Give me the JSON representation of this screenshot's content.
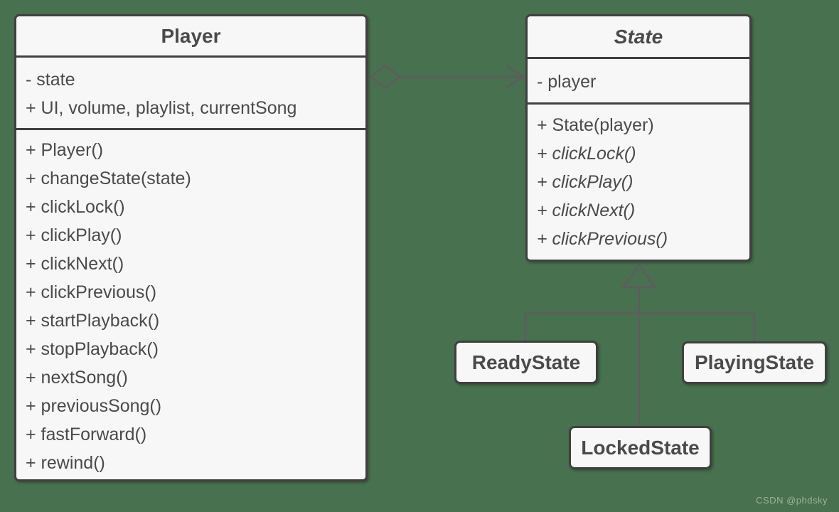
{
  "colors": {
    "bg": "#48714f",
    "box-fill": "#f7f7f7",
    "box-border": "#404040",
    "text": "#4a4a4a",
    "line": "#5d5d5d"
  },
  "player_class": {
    "title": "Player",
    "attributes": [
      "- state",
      "+ UI, volume, playlist, currentSong"
    ],
    "methods": [
      "+ Player()",
      "+ changeState(state)",
      "+ clickLock()",
      "+ clickPlay()",
      "+ clickNext()",
      "+ clickPrevious()",
      "+ startPlayback()",
      "+ stopPlayback()",
      "+ nextSong()",
      "+ previousSong()",
      "+ fastForward()",
      "+ rewind()"
    ]
  },
  "state_class": {
    "title": "State",
    "attributes": [
      "- player"
    ],
    "methods": [
      "+ State(player)",
      "+ clickLock()",
      "+ clickPlay()",
      "+ clickNext()",
      "+ clickPrevious()"
    ]
  },
  "subclasses": [
    {
      "label": "ReadyState"
    },
    {
      "label": "PlayingState"
    },
    {
      "label": "LockedState"
    }
  ],
  "watermark": "CSDN @phdsky"
}
